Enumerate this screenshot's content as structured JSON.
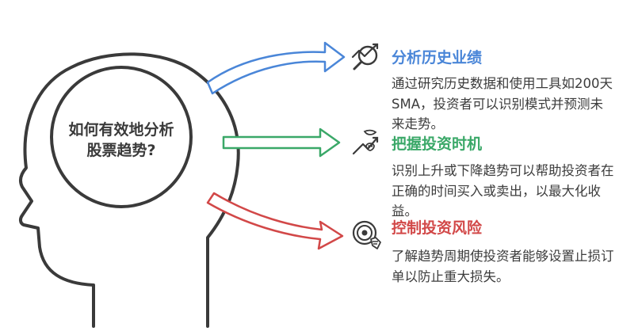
{
  "center": {
    "line1": "如何有效地分析",
    "line2": "股票趋势?"
  },
  "items": [
    {
      "title": "分析历史业绩",
      "desc": "通过研究历史数据和使用工具如200天SMA，投资者可以识别模式并预测未来走势。",
      "icon": "chart-search-icon",
      "color": "#4a86d8"
    },
    {
      "title": "把握投资时机",
      "desc": "识别上升或下降趋势可以帮助投资者在正确的时间买入或卖出，以最大化收益。",
      "icon": "bull-bear-icon",
      "color": "#3aa868"
    },
    {
      "title": "控制投资风险",
      "desc": "了解趋势周期使投资者能够设置止损订单以防止重大损失。",
      "icon": "risk-target-icon",
      "color": "#d24848"
    }
  ]
}
